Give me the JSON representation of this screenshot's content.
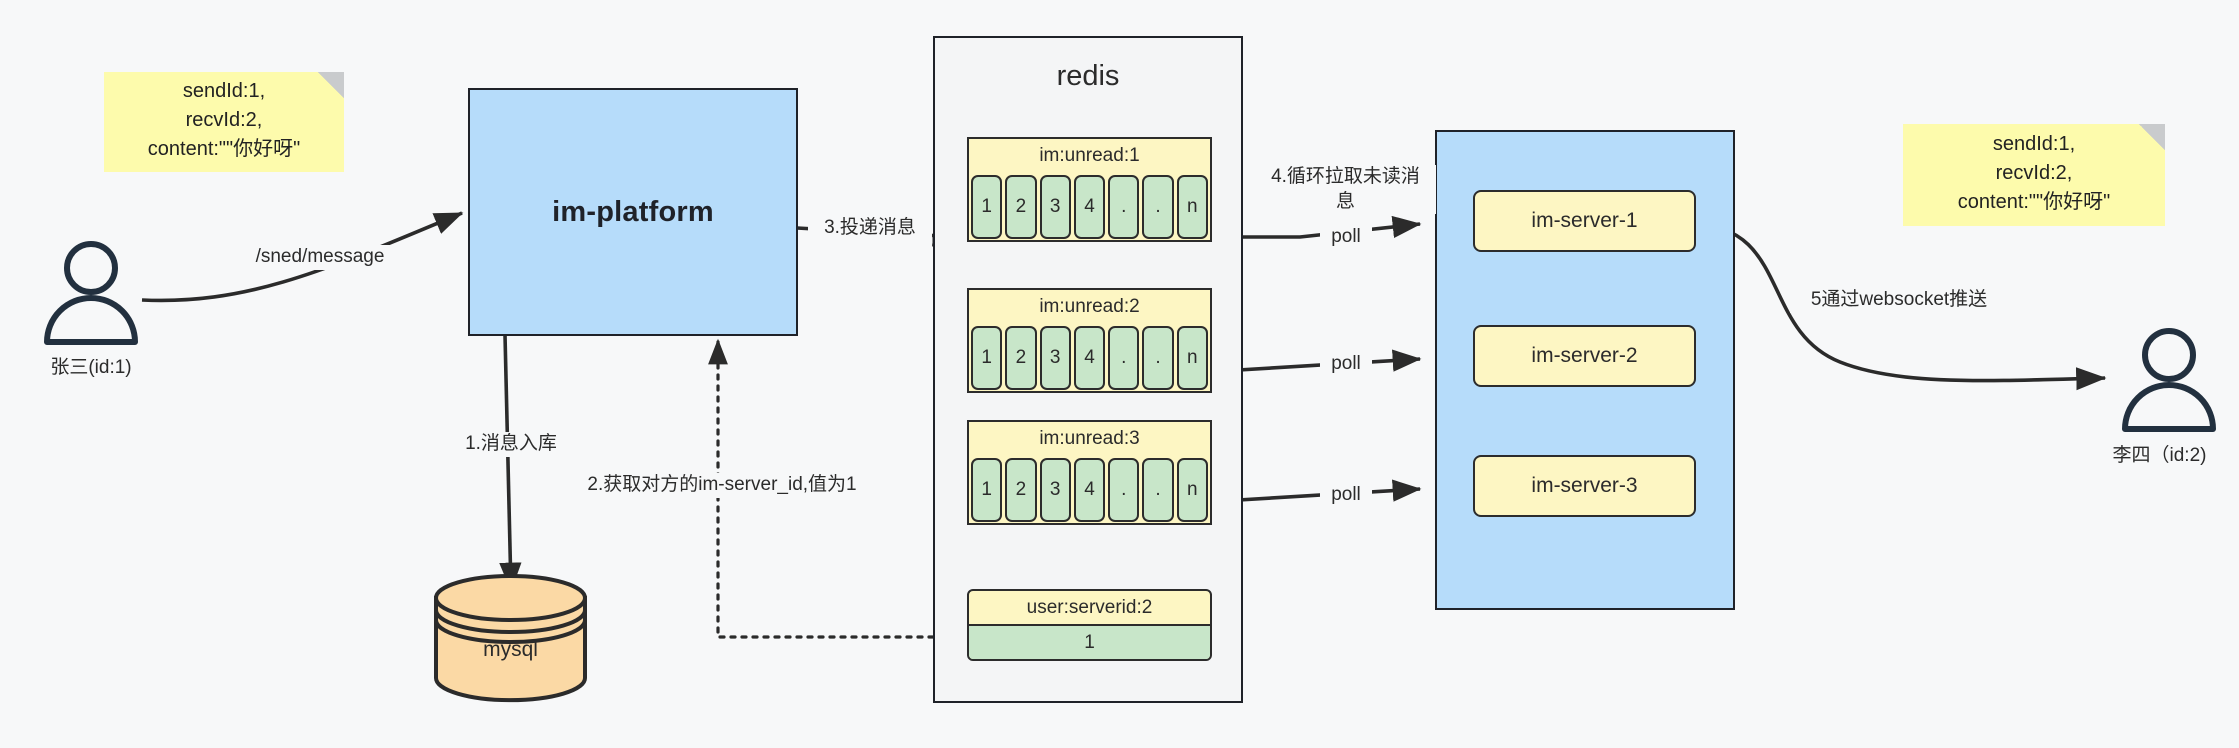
{
  "diagram": {
    "title": "IM message delivery architecture",
    "colors": {
      "background": "#f7f8f9",
      "note": "#fdfbac",
      "blue": "#b6dcfa",
      "yellow": "#fdf6c3",
      "green": "#c8e6c9",
      "orange": "#fbd9a5",
      "stroke": "#1f2229"
    }
  },
  "notes": {
    "left": "sendId:1,\nrecvId:2,\ncontent:\"\"你好呀\"",
    "right": "sendId:1,\nrecvId:2,\ncontent:\"\"你好呀\""
  },
  "actors": {
    "sender": {
      "label": "张三(id:1)",
      "icon": "person-icon"
    },
    "receiver": {
      "label": "李四（id:2)",
      "icon": "person-icon"
    }
  },
  "nodes": {
    "platform": "im-platform",
    "redis": "redis",
    "mysql": "mysql"
  },
  "redis": {
    "entries": [
      {
        "key": "im:unread:1",
        "cells": [
          "1",
          "2",
          "3",
          "4",
          ".",
          ".",
          "n"
        ]
      },
      {
        "key": "im:unread:2",
        "cells": [
          "1",
          "2",
          "3",
          "4",
          ".",
          ".",
          "n"
        ]
      },
      {
        "key": "im:unread:3",
        "cells": [
          "1",
          "2",
          "3",
          "4",
          ".",
          ".",
          "n"
        ]
      }
    ],
    "kv": {
      "key": "user:serverid:2",
      "value": "1"
    }
  },
  "servers": [
    {
      "label": "im-server-1"
    },
    {
      "label": "im-server-2"
    },
    {
      "label": "im-server-3"
    }
  ],
  "edges": {
    "send_message": "/sned/message",
    "step1": "1.消息入库",
    "step2": "2.获取对方的im-server_id,值为1",
    "step3": "3.投递消息",
    "step4": "4.循环拉取未读消\n息",
    "step5": "5通过websocket推送",
    "poll1": "poll",
    "poll2": "poll",
    "poll3": "poll"
  }
}
